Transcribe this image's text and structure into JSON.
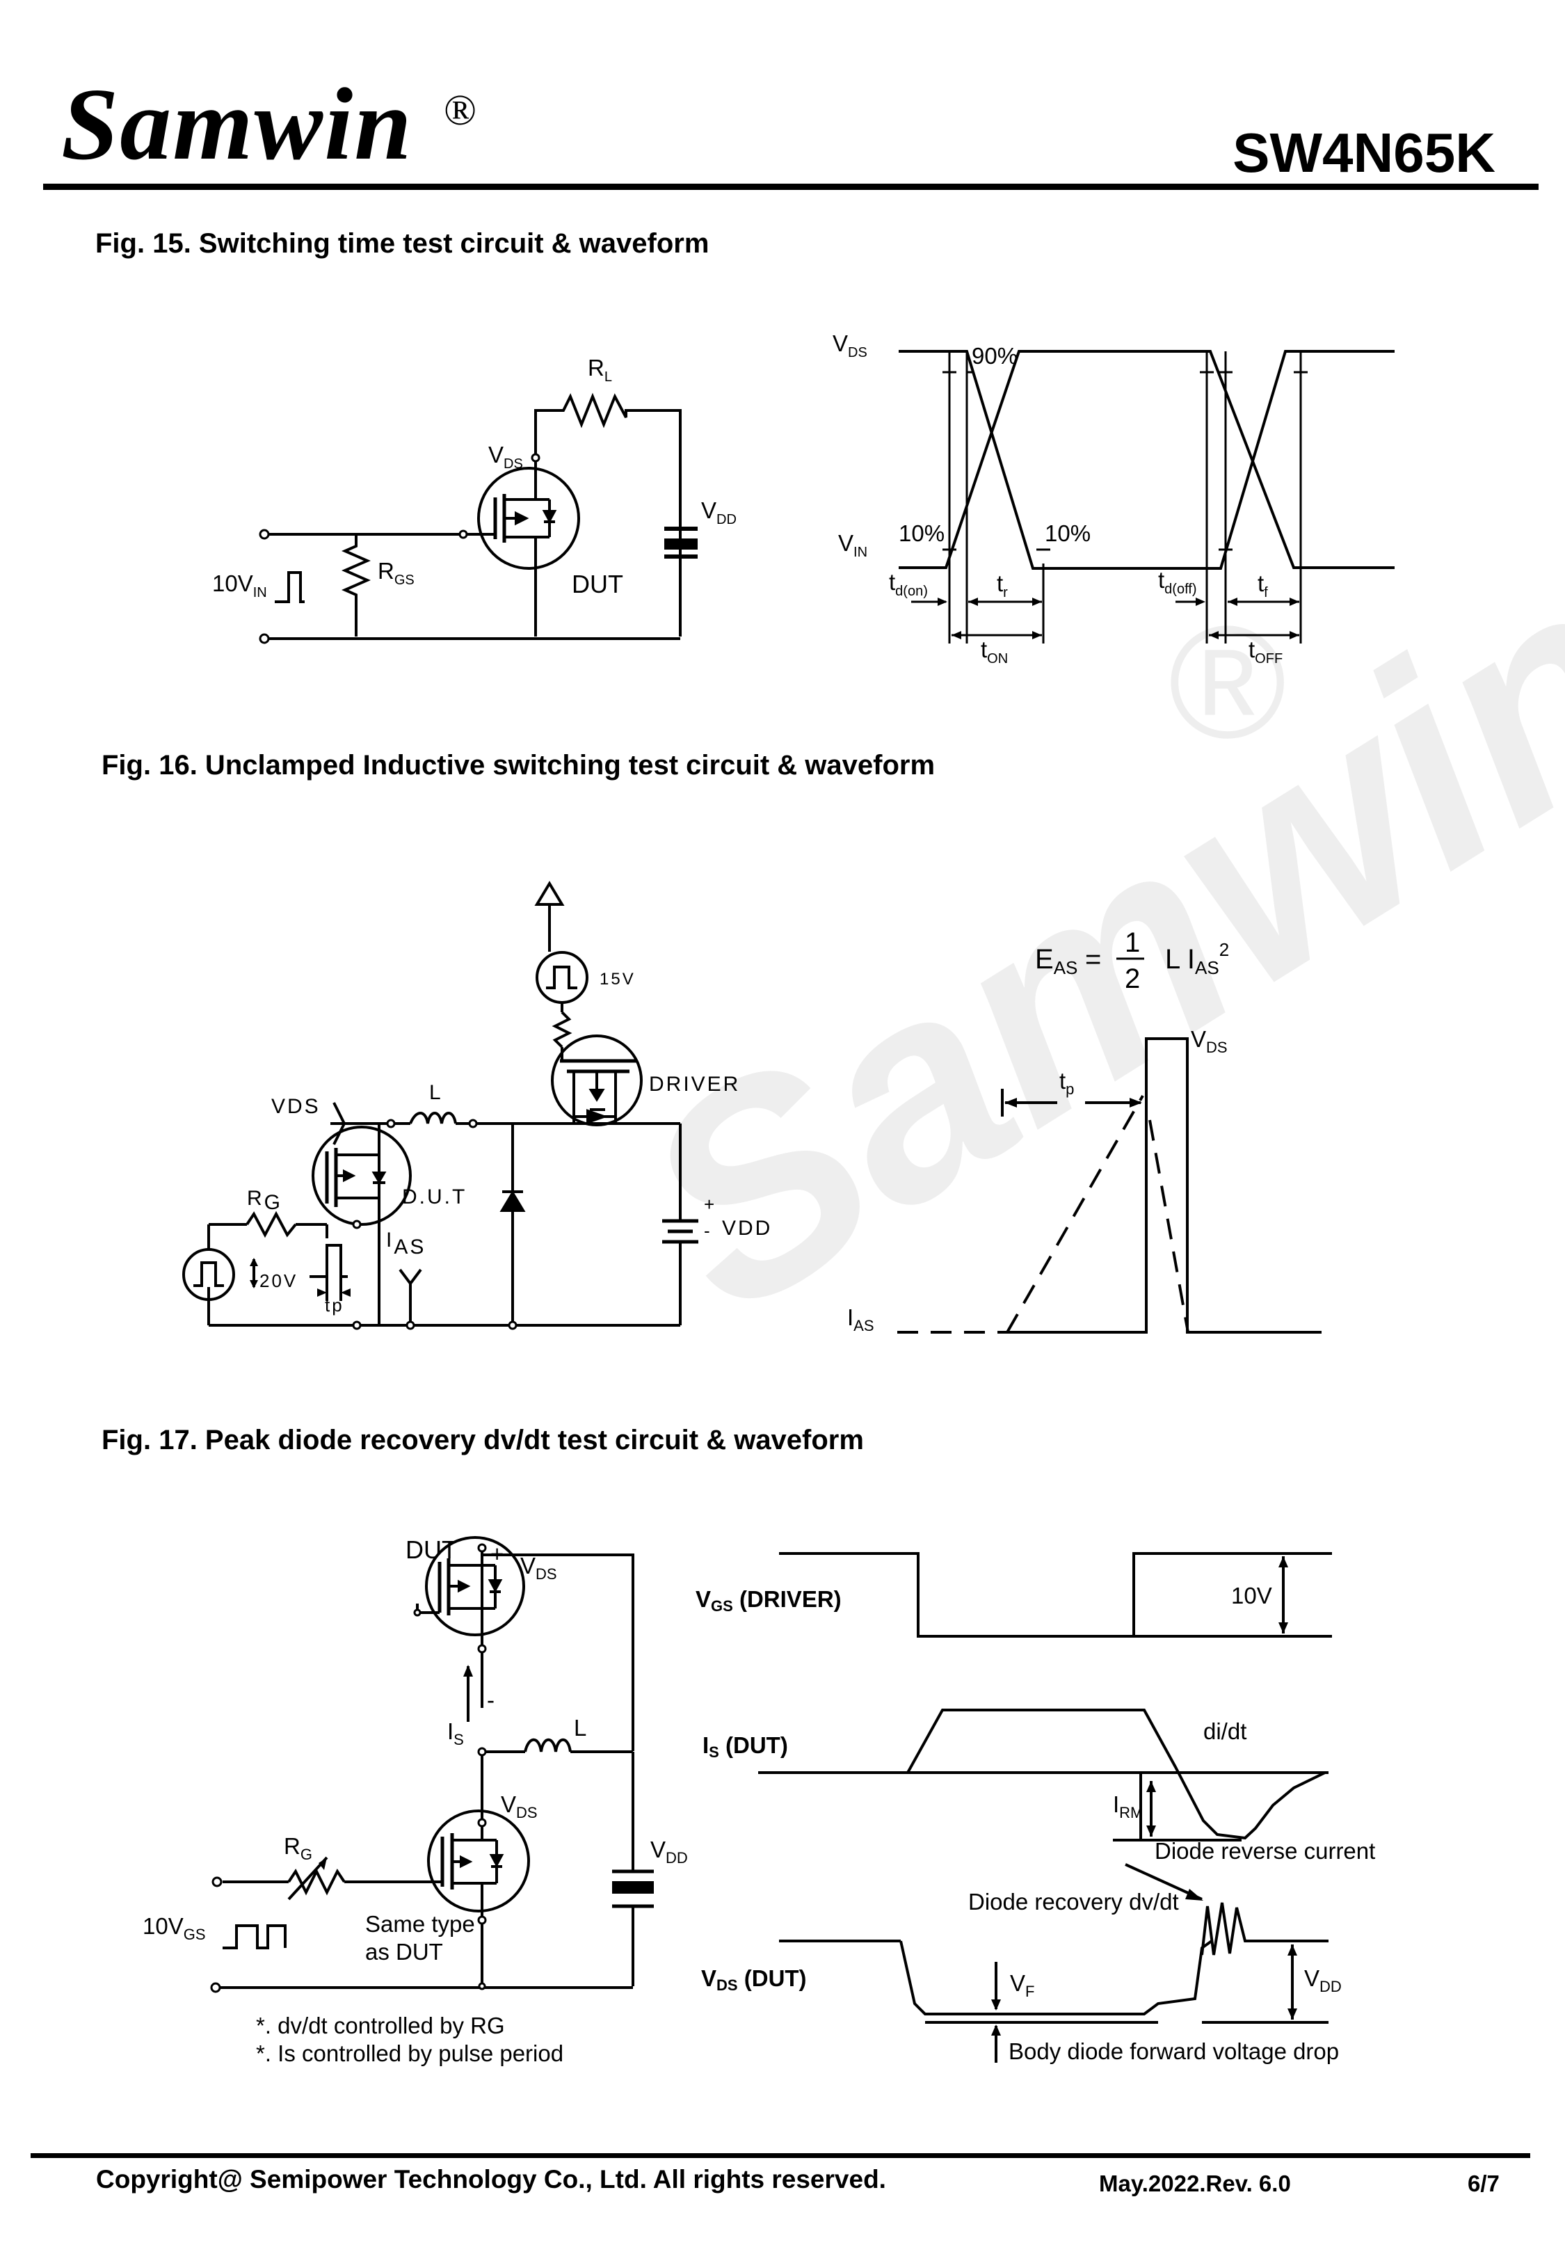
{
  "header": {
    "brand": "Samwin",
    "registered": "®",
    "part_number": "SW4N65K"
  },
  "watermark": {
    "text": "Samwin",
    "registered": "®",
    "color": "#eeeeee"
  },
  "fig15": {
    "caption": "Fig. 15. Switching time test circuit & waveform",
    "circuit": {
      "rl": "R",
      "rl_sub": "L",
      "vds": "V",
      "vds_sub": "DS",
      "vdd": "V",
      "vdd_sub": "DD",
      "rgs": "R",
      "rgs_sub": "GS",
      "vin": "10V",
      "vin_sub": "IN",
      "dut": "DUT"
    },
    "waveform": {
      "vds": "V",
      "vds_sub": "DS",
      "vin": "V",
      "vin_sub": "IN",
      "p90": "90%",
      "p10a": "10%",
      "p10b": "10%",
      "tdon": "t",
      "tdon_sub": "d(on)",
      "tr": "t",
      "tr_sub": "r",
      "ton": "t",
      "ton_sub": "ON",
      "tdoff": "t",
      "tdoff_sub": "d(off)",
      "tf": "t",
      "tf_sub": "f",
      "toff": "t",
      "toff_sub": "OFF"
    }
  },
  "fig16": {
    "caption": "Fig. 16. Unclamped Inductive switching test circuit & waveform",
    "circuit": {
      "v15": "15V",
      "driver": "DRIVER",
      "vds": "V",
      "vds_sub": "DS",
      "l": "L",
      "rg": "R",
      "rg_sub": "G",
      "dut": "D.U.T",
      "ias": "I",
      "ias_sub": "AS",
      "v20": "20V",
      "tp": "t",
      "tp_sub": "p",
      "vdd": "V",
      "vdd_sub": "DD",
      "plus": "+",
      "minus": "-"
    },
    "formula": {
      "e": "E",
      "e_sub": "AS",
      "eq": "=",
      "num": "1",
      "den": "2",
      "l": "L I",
      "ias_sub": "AS",
      "sup": "2"
    },
    "waveform": {
      "vds": "V",
      "vds_sub": "DS",
      "tp": "t",
      "tp_sub": "p",
      "ias": "I",
      "ias_sub": "AS"
    }
  },
  "fig17": {
    "caption": "Fig. 17. Peak diode recovery dv/dt test circuit & waveform",
    "circuit": {
      "dut": "DUT",
      "plus": "+",
      "minus": "-",
      "vds1": "V",
      "vds1_sub": "DS",
      "is": "I",
      "is_sub": "S",
      "l": "L",
      "vds2": "V",
      "vds2_sub": "DS",
      "rg": "R",
      "rg_sub": "G",
      "vdd": "V",
      "vdd_sub": "DD",
      "vgs": "10V",
      "vgs_sub": "GS",
      "same1": "Same type",
      "same2": "as DUT",
      "note1": "*. dv/dt controlled by RG",
      "note2": "*. Is controlled by pulse period"
    },
    "waveform": {
      "vgs_a": "V",
      "vgs_sub": "GS",
      "vgs_b": " (DRIVER)",
      "v10": "10V",
      "is_a": "I",
      "is_sub": "S",
      "is_b": " (DUT)",
      "didt": "di/dt",
      "irm": "I",
      "irm_sub": "RM",
      "drc": "Diode reverse current",
      "recovery": "Diode recovery dv/dt",
      "vds_a": "V",
      "vds_sub": "DS",
      "vds_b": " (DUT)",
      "vf": "V",
      "vf_sub": "F",
      "vdd": "V",
      "vdd_sub": "DD",
      "bodydiode": "Body diode forward voltage drop"
    }
  },
  "footer": {
    "copyright": "Copyright@ Semipower Technology Co., Ltd. All rights reserved.",
    "revision": "May.2022.Rev. 6.0",
    "page": "6/7"
  }
}
